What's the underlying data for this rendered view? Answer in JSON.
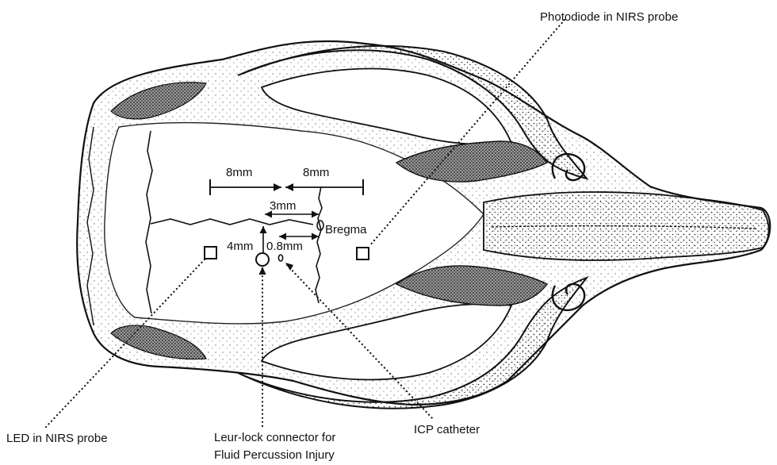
{
  "labels": {
    "photodiode": "Photodiode in NIRS probe",
    "led": "LED in NIRS probe",
    "leur_line1": "Leur-lock connector for",
    "leur_line2": "Fluid Percussion Injury",
    "icp": "ICP catheter",
    "bregma": "Bregma"
  },
  "dimensions": {
    "left_span": "8mm",
    "right_span": "8mm",
    "mid_span": "3mm",
    "vertical": "4mm",
    "offset": "0.8mm"
  },
  "colors": {
    "ink": "#111111",
    "bone_fill": "#f7f7f7",
    "bone_dark": "#3a3a3a"
  }
}
